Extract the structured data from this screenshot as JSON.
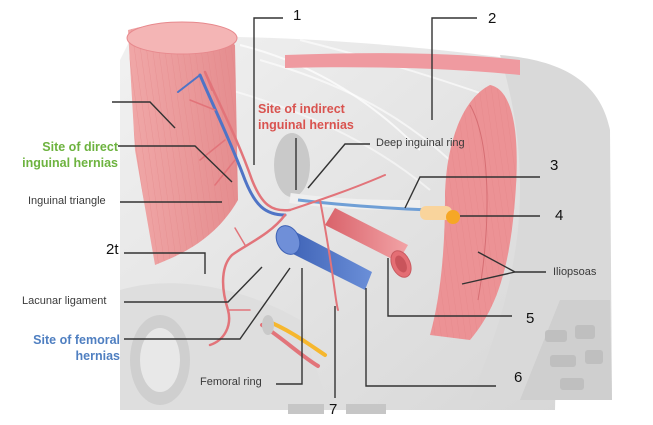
{
  "numbers": {
    "n1": "1",
    "n2": "2",
    "n2t": "2t",
    "n3": "3",
    "n4": "4",
    "n5": "5",
    "n6": "6",
    "n7": "7"
  },
  "labels": {
    "deep_inguinal_ring": "Deep inguinal ring",
    "inguinal_triangle": "Inguinal triangle",
    "lacunar_ligament": "Lacunar ligament",
    "femoral_ring": "Femoral ring",
    "iliopsoas": "Iliopsoas"
  },
  "sites": {
    "direct": {
      "line1": "Site of direct",
      "line2": "inguinal hernias",
      "color": "#6db33f"
    },
    "indirect": {
      "line1": "Site of indirect",
      "line2": "inguinal hernias",
      "color": "#d9534f"
    },
    "femoral": {
      "line1": "Site of femoral",
      "line2": "hernias",
      "color": "#4f7fc1"
    }
  },
  "colors": {
    "muscle": "#ec9a9a",
    "muscle_dark": "#d86f73",
    "fascia": "#e6e6e6",
    "bone": "#dcdcdc",
    "artery": "#e2747a",
    "vein": "#4f74c6",
    "nerve": "#f6b72e"
  }
}
